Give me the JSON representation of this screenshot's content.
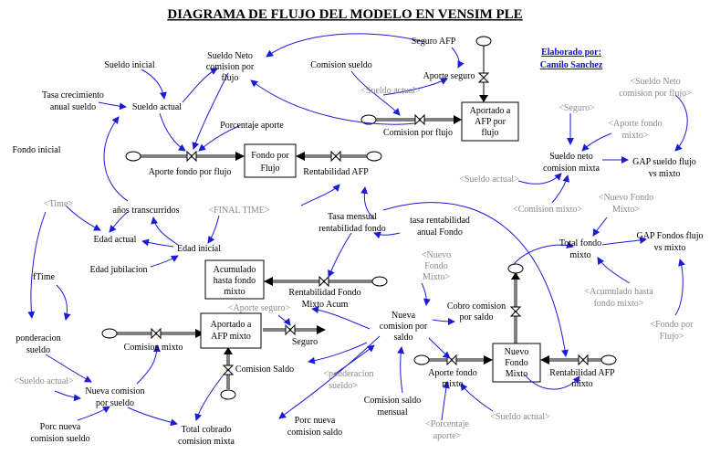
{
  "title": "DIAGRAMA DE FLUJO DEL MODELO EN VENSIM PLE",
  "credit": {
    "line1": "Elaborado por:",
    "line2": "Camilo Sanchez"
  },
  "stocks": {
    "fondo_por_flujo": [
      "Fondo por",
      "Flujo"
    ],
    "aportado_afp_flujo": [
      "Aportado a",
      "AFP por",
      "flujo"
    ],
    "acumulado_fondo_mixto": [
      "Acumulado",
      "hasta fondo",
      "mixto"
    ],
    "aportado_afp_mixto": [
      "Aportado a",
      "AFP mixto"
    ],
    "nuevo_fondo_mixto": [
      "Nuevo",
      "Fondo",
      "Mixto"
    ]
  },
  "flows": {
    "aporte_seguro": "Aporte seguro",
    "comision_por_flujo": "Comision por flujo",
    "aporte_fondo_por_flujo": "Aporte fondo por flujo",
    "rentabilidad_afp": "Rentabilidad AFP",
    "rentabilidad_fondo_mixto": [
      "Rentabilidad Fondo",
      "Mixto Acum"
    ],
    "comision_mixto": "Comision mixto",
    "seguro": "Seguro",
    "comision_saldo": "Comision Saldo",
    "cobro_comision_saldo": [
      "Cobro comision",
      "por saldo"
    ],
    "aporte_fondo_mixto": [
      "Aporte fondo",
      "mixto"
    ],
    "rentabilidad_afp_mixto": [
      "Rentabilidad AFP",
      "mixto"
    ]
  },
  "variables": {
    "seguro_afp": "Seguro AFP",
    "sueldo_inicial": "Sueldo inicial",
    "sueldo_neto_flujo": [
      "Sueldo Neto",
      "comision por",
      "flujo"
    ],
    "comision_sueldo": "Comision sueldo",
    "tasa_crecimiento": [
      "Tasa crecimiento",
      "anual sueldo"
    ],
    "sueldo_actual": "Sueldo actual",
    "porcentaje_aporte": "Porcentaje aporte",
    "fondo_inicial": "Fondo inicial",
    "anos_transcurridos": "años transcurridos",
    "edad_actual": "Edad actual",
    "edad_inicial": "Edad inicial",
    "edad_jubilacion": "Edad jubilacion",
    "ftime": "fTime",
    "ponderacion_sueldo": [
      "ponderacion",
      "sueldo"
    ],
    "nueva_comision_sueldo": [
      "Nueva comision",
      "por sueldo"
    ],
    "porc_nueva_comision_sueldo": [
      "Porc nueva",
      "comision sueldo"
    ],
    "total_cobrado_comision_mixta": [
      "Total cobrado",
      "comision mixta"
    ],
    "tasa_mensual": [
      "Tasa mensual",
      "rentabilidad fondo"
    ],
    "tasa_rentabilidad_anual": [
      "tasa rentabilidad",
      "anual Fondo"
    ],
    "nueva_comision_saldo": [
      "Nueva",
      "comision por",
      "saldo"
    ],
    "comision_saldo_mensual": [
      "Comision saldo",
      "mensual"
    ],
    "porc_nueva_comision_saldo": [
      "Porc nueva",
      "comision saldo"
    ],
    "sueldo_neto_mixta": [
      "Sueldo neto",
      "comision mixta"
    ],
    "gap_sueldo": [
      "GAP sueldo flujo",
      "vs mixto"
    ],
    "total_fondo_mixto": [
      "Total fondo",
      "mixto"
    ],
    "gap_fondos": [
      "GAP Fondos flujo",
      "vs mixto"
    ]
  },
  "shadows": {
    "sueldo_actual_1": "<Sueldo actual>",
    "time": "<Time>",
    "final_time": "<FINAL TIME>",
    "aporte_seguro": "<Aporte seguro>",
    "sueldo_actual_2": "<Sueldo actual>",
    "ponderacion_sueldo": [
      "<ponderacion",
      "sueldo>"
    ],
    "nuevo_fondo_mixto": [
      "<Nuevo",
      "Fondo",
      "Mixto>"
    ],
    "sueldo_neto_flujo": [
      "<Sueldo Neto",
      "comision por flujo>"
    ],
    "seguro": "<Seguro>",
    "aporte_fondo_mixto": [
      "<Aporte fondo",
      "mixto>"
    ],
    "sueldo_actual_3": "<Sueldo actual>",
    "comision_mixto": "<Comision mixto>",
    "nuevo_fondo_mixto_2": [
      "<Nuevo Fondo",
      "Mixto>"
    ],
    "acumulado_fondo_mixto": [
      "<Acumulado hasta",
      "fondo mixto>"
    ],
    "fondo_por_flujo": [
      "<Fondo por",
      "Flujo>"
    ],
    "porcentaje_aporte": [
      "<Porcentaje",
      "aporte>"
    ],
    "sueldo_actual_4": "<Sueldo actual>"
  }
}
